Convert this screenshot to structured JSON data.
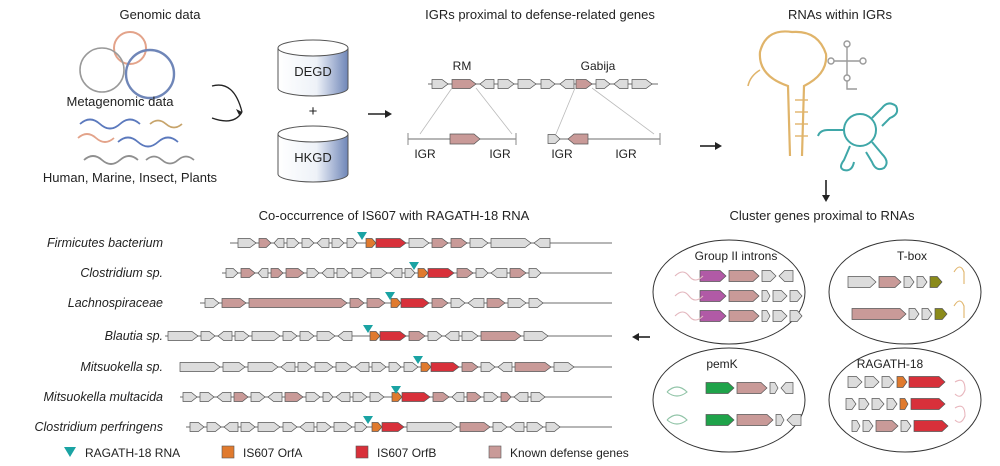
{
  "headers": {
    "genomic": "Genomic data",
    "metagenomic": "Metagenomic data",
    "sources": "Human, Marine, Insect, Plants",
    "igrs": "IGRs proximal to defense-related genes",
    "rnas": "RNAs within IGRs",
    "cluster": "Cluster genes proximal to RNAs",
    "cooccurrence": "Co-occurrence of IS607 with RAGATH-18 RNA"
  },
  "databases": {
    "top": "DEGD",
    "plus": "+",
    "bottom": "HKGD"
  },
  "igr_panel": {
    "left_system": "RM",
    "right_system": "Gabija",
    "igr_label": "IGR"
  },
  "cluster_panels": {
    "group_ii": "Group II introns",
    "tbox": "T-box",
    "pemk": "pemK",
    "ragath": "RAGATH-18"
  },
  "species": [
    "Firmicutes bacterium",
    "Clostridium sp.",
    "Lachnospiraceae",
    "Blautia sp.",
    "Mitsuokella sp.",
    "Mitsuokella multacida",
    "Clostridium perfringens"
  ],
  "legend": {
    "ragath": "RAGATH-18 RNA",
    "orfa": "IS607 OrfA",
    "orfb": "IS607 OrfB",
    "known": "Known defense genes"
  },
  "colors": {
    "pink": "#c99a98",
    "orange": "#e07a2e",
    "red": "#d8303a",
    "teal": "#1aa3a3",
    "gray": "#dcdcdc",
    "purple": "#b15aa6",
    "green": "#1fa34a",
    "olive": "#8a8a1a"
  }
}
